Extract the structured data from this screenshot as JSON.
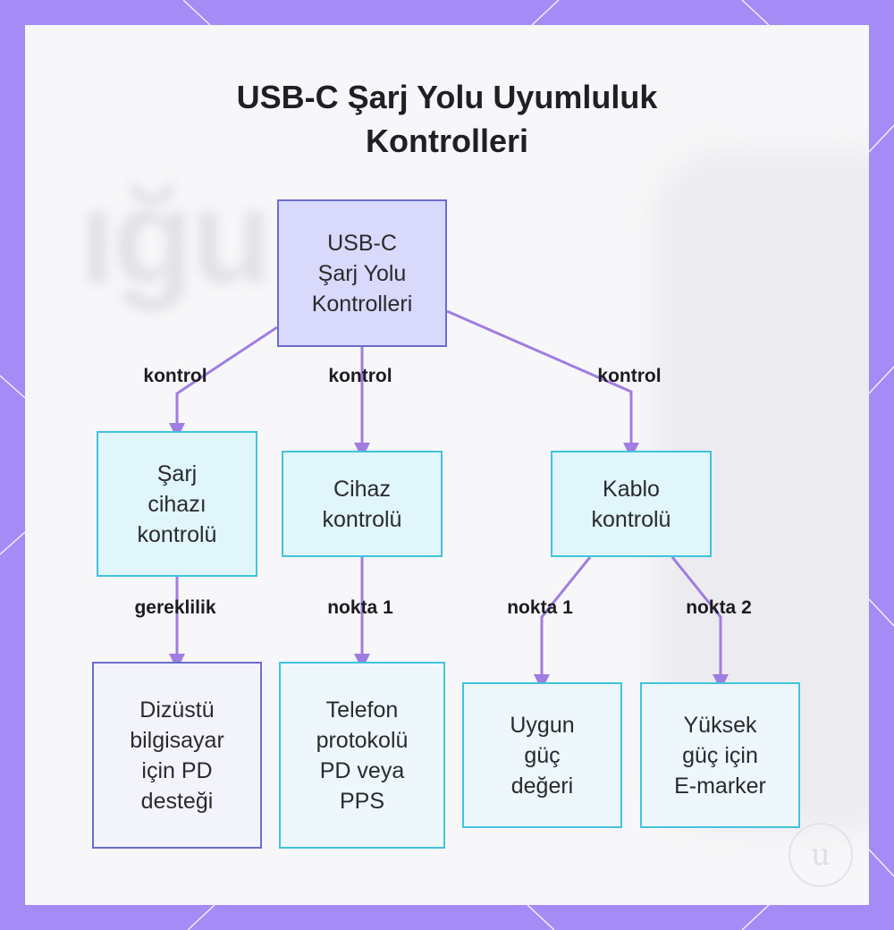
{
  "title": "USB-C Şarj Yolu Uyumluluk\nKontrolleri",
  "nodes": {
    "root": "USB-C\nŞarj Yolu\nKontrolleri",
    "charger": "Şarj\ncihazı\nkontrolü",
    "device": "Cihaz\nkontrolü",
    "cable": "Kablo\nkontrolü",
    "laptop_pd": "Dizüstü\nbilgisayar\niçin PD\ndesteği",
    "phone_protocol": "Telefon\nprotokolü\nPD veya\nPPS",
    "power_value": "Uygun\ngüç\ndeğeri",
    "emarker": "Yüksek\ngüç için\nE-marker"
  },
  "edges": {
    "root_charger": "kontrol",
    "root_device": "kontrol",
    "root_cable": "kontrol",
    "charger_laptop": "gereklilik",
    "device_phone": "nokta 1",
    "cable_power": "nokta 1",
    "cable_emarker": "nokta 2"
  },
  "colors": {
    "frame": "#a48bf6",
    "edge": "#a07de0",
    "root_fill": "#d9d9fb",
    "root_border": "#6b6bd0",
    "child_border": "#3fc4dd"
  }
}
